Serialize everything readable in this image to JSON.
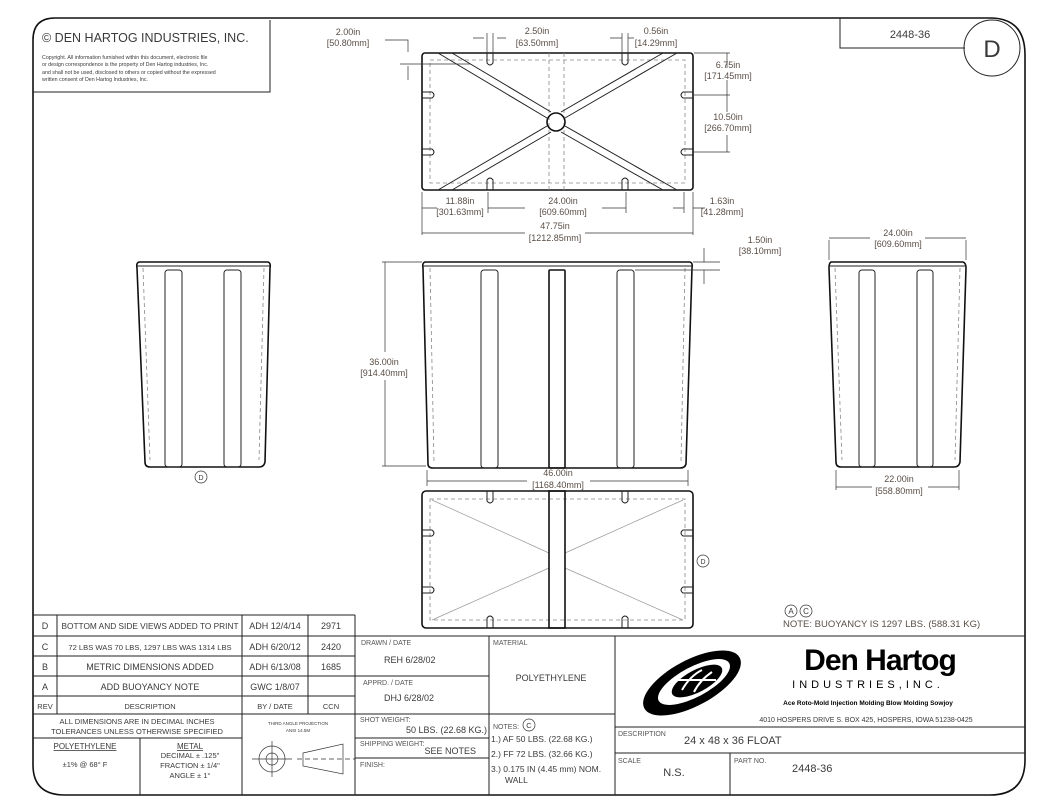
{
  "header": {
    "company": "© DEN HARTOG INDUSTRIES, INC.",
    "copyright": [
      "Copyright. All information furnished within this document, electronic file",
      "or design correspondence is the property of Den Hartog industries, Inc.",
      "and shall not be used, disclosed to others or copied without the expressed",
      "written consent of Den Hartog Industries, Inc."
    ],
    "part_no": "2448-36",
    "revision": "D"
  },
  "dimensions": {
    "d2_00": {
      "in": "2.00in",
      "mm": "[50.80mm]"
    },
    "d2_50": {
      "in": "2.50in",
      "mm": "[63.50mm]"
    },
    "d0_56": {
      "in": "0.56in",
      "mm": "[14.29mm]"
    },
    "d6_75": {
      "in": "6.75in",
      "mm": "[171.45mm]"
    },
    "d10_50": {
      "in": "10.50in",
      "mm": "[266.70mm]"
    },
    "d11_88": {
      "in": "11.88in",
      "mm": "[301.63mm]"
    },
    "d24_00_top": {
      "in": "24.00in",
      "mm": "[609.60mm]"
    },
    "d1_63": {
      "in": "1.63in",
      "mm": "[41.28mm]"
    },
    "d47_75": {
      "in": "47.75in",
      "mm": "[1212.85mm]"
    },
    "d1_50": {
      "in": "1.50in",
      "mm": "[38.10mm]"
    },
    "d36_00": {
      "in": "36.00in",
      "mm": "[914.40mm]"
    },
    "d46_00": {
      "in": "46.00in",
      "mm": "[1168.40mm]"
    },
    "d24_00_side": {
      "in": "24.00in",
      "mm": "[609.60mm]"
    },
    "d22_00": {
      "in": "22.00in",
      "mm": "[558.80mm]"
    }
  },
  "callouts": {
    "d": "D",
    "a": "A",
    "c": "C"
  },
  "buoyancy_note": "NOTE: BUOYANCY IS 1297 LBS. (588.31 KG)",
  "revisions": {
    "rows": [
      {
        "rev": "D",
        "desc": "BOTTOM AND SIDE VIEWS ADDED TO PRINT",
        "by": "ADH 12/4/14",
        "ccn": "2971"
      },
      {
        "rev": "C",
        "desc": "72 LBS WAS 70 LBS, 1297 LBS WAS 1314 LBS",
        "by": "ADH 6/20/12",
        "ccn": "2420"
      },
      {
        "rev": "B",
        "desc": "METRIC DIMENSIONS ADDED",
        "by": "ADH 6/13/08",
        "ccn": "1685"
      },
      {
        "rev": "A",
        "desc": "ADD BUOYANCY NOTE",
        "by": "GWC 1/8/07",
        "ccn": ""
      }
    ],
    "headers": {
      "rev": "REV",
      "desc": "DESCRIPTION",
      "by": "BY / DATE",
      "ccn": "CCN"
    }
  },
  "tolerances": {
    "line1": "ALL DIMENSIONS ARE IN DECIMAL INCHES",
    "line2": "TOLERANCES UNLESS OTHERWISE SPECIFIED",
    "poly_title": "POLYETHYLENE",
    "poly_value": "±1% @ 68° F",
    "metal_title": "METAL",
    "metal_decimal": "DECIMAL ± .125\"",
    "metal_fraction": "FRACTION ± 1/4\"",
    "metal_angle": "ANGLE ± 1°",
    "projection_1": "THIRD ANGLE PROJECTION",
    "projection_2": "ANSI 14.5M"
  },
  "title_block": {
    "drawn_label": "DRAWN / DATE",
    "drawn_value": "REH 6/28/02",
    "appr_label": "APPRD. / DATE",
    "appr_value": "DHJ 6/28/02",
    "material_label": "MATERIAL",
    "material_value": "POLYETHYLENE",
    "shot_label": "SHOT WEIGHT:",
    "shot_value": "50 LBS. (22.68 KG.)",
    "shipping_label": "SHIPPING WEIGHT:",
    "shipping_value": "SEE NOTES",
    "finish_label": "FINISH:",
    "notes_label": "NOTES:",
    "notes": [
      "1.) AF 50 LBS. (22.68 KG.)",
      "2.) FF 72 LBS. (32.66 KG.)",
      "3.) 0.175 IN (4.45 mm) NOM.",
      "WALL"
    ],
    "description_label": "DESCRIPTION",
    "description_value": "24 x 48 x 36 FLOAT",
    "scale_label": "SCALE",
    "scale_value": "N.S.",
    "part_label": "PART NO.",
    "part_value": "2448-36"
  },
  "logo": {
    "name": "Den Hartog",
    "sub": "INDUSTRIES,INC.",
    "services": "Ace Roto-Mold   Injection Molding   Blow Molding   Sowjoy",
    "address": "4010 HOSPERS DRIVE S.  BOX 425, HOSPERS, IOWA 51238-0425"
  }
}
